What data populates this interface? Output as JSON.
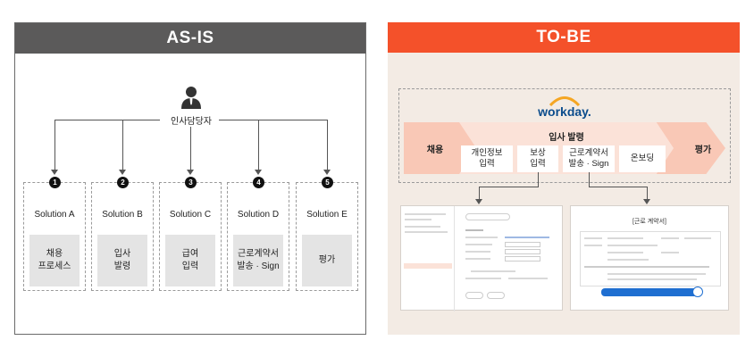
{
  "asis": {
    "title": "AS-IS",
    "manager_label": "인사담당자",
    "columns": [
      {
        "num": "1",
        "solution": "Solution A",
        "task": "채용\n프로세스"
      },
      {
        "num": "2",
        "solution": "Solution B",
        "task": "입사\n발령"
      },
      {
        "num": "3",
        "solution": "Solution C",
        "task": "급여\n입력"
      },
      {
        "num": "4",
        "solution": "Solution D",
        "task": "근로계약서\n발송 · Sign"
      },
      {
        "num": "5",
        "solution": "Solution E",
        "task": "평가"
      }
    ]
  },
  "tobe": {
    "title": "TO-BE",
    "logo_text": "workday.",
    "left_stage": "채용",
    "middle_stage": "입사 발령",
    "right_stage": "평가",
    "sub_steps": [
      "개인정보\n입력",
      "보상\n입력",
      "근로계약서\n발송 · Sign",
      "온보딩"
    ],
    "contract_title": "[근로 계약서]",
    "colors": {
      "accent": "#f4512a",
      "band": "#f9c8b6",
      "bg": "#f3ebe4",
      "logo_blue": "#0b4c8c",
      "logo_orange": "#f5a623"
    }
  }
}
